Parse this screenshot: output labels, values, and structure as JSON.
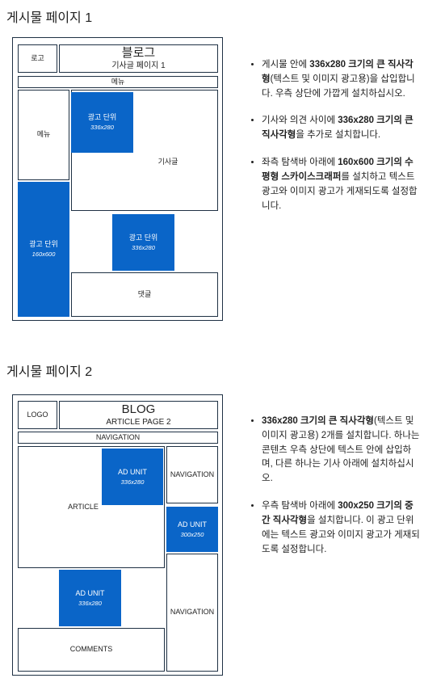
{
  "page1": {
    "title": "게시물 페이지 1",
    "wire": {
      "logo": "로고",
      "blog": "블로그",
      "article_page": "기사글 페이지 1",
      "nav_bar": "메뉴",
      "left_menu": "메뉴",
      "ad_top": {
        "name": "광고 단위",
        "size": "336x280"
      },
      "article": "기사글",
      "ad_left": {
        "name": "광고 단위",
        "size": "160x600"
      },
      "ad_mid": {
        "name": "광고 단위",
        "size": "336x280"
      },
      "comments": "댓글"
    },
    "bullets": [
      {
        "pre": "게시물 안에 ",
        "bold": "336x280 크기의 큰 직사각형",
        "post": "(텍스트 및 이미지 광고용)을 삽입합니다. 우측 상단에 가깝게 설치하십시오."
      },
      {
        "pre": "기사와 의견 사이에 ",
        "bold": "336x280 크기의 큰 직사각형",
        "post": "을 추가로 설치합니다."
      },
      {
        "pre": "좌측 탐색바 아래에 ",
        "bold": "160x600 크기의 수평형 스카이스크래퍼",
        "post": "를 설치하고 텍스트 광고와 이미지 광고가 게재되도록 설정합니다."
      }
    ]
  },
  "page2": {
    "title": "게시물 페이지 2",
    "wire": {
      "logo": "LOGO",
      "blog": "BLOG",
      "article_page": "ARTICLE PAGE 2",
      "nav_bar": "NAVIGATION",
      "article": "ARTICLE",
      "ad_top": {
        "name": "AD UNIT",
        "size": "336x280"
      },
      "nav_right_top": "NAVIGATION",
      "ad_right": {
        "name": "AD UNIT",
        "size": "300x250"
      },
      "ad_bottom": {
        "name": "AD UNIT",
        "size": "336x280"
      },
      "nav_right_bottom": "NAVIGATION",
      "comments": "COMMENTS"
    },
    "bullets": [
      {
        "pre": "",
        "bold": "336x280 크기의 큰 직사각형",
        "post": "(텍스트 및 이미지 광고용) 2개를 설치합니다. 하나는 콘텐츠 우측 상단에 텍스트 안에 삽입하며, 다른 하나는 기사 아래에 설치하십시오."
      },
      {
        "pre": "우측 탐색바 아래에 ",
        "bold": "300x250 크기의 중간 직사각형",
        "post": "을 설치합니다. 이 광고 단위에는 텍스트 광고와 이미지 광고가 게재되도록 설정합니다."
      }
    ]
  }
}
